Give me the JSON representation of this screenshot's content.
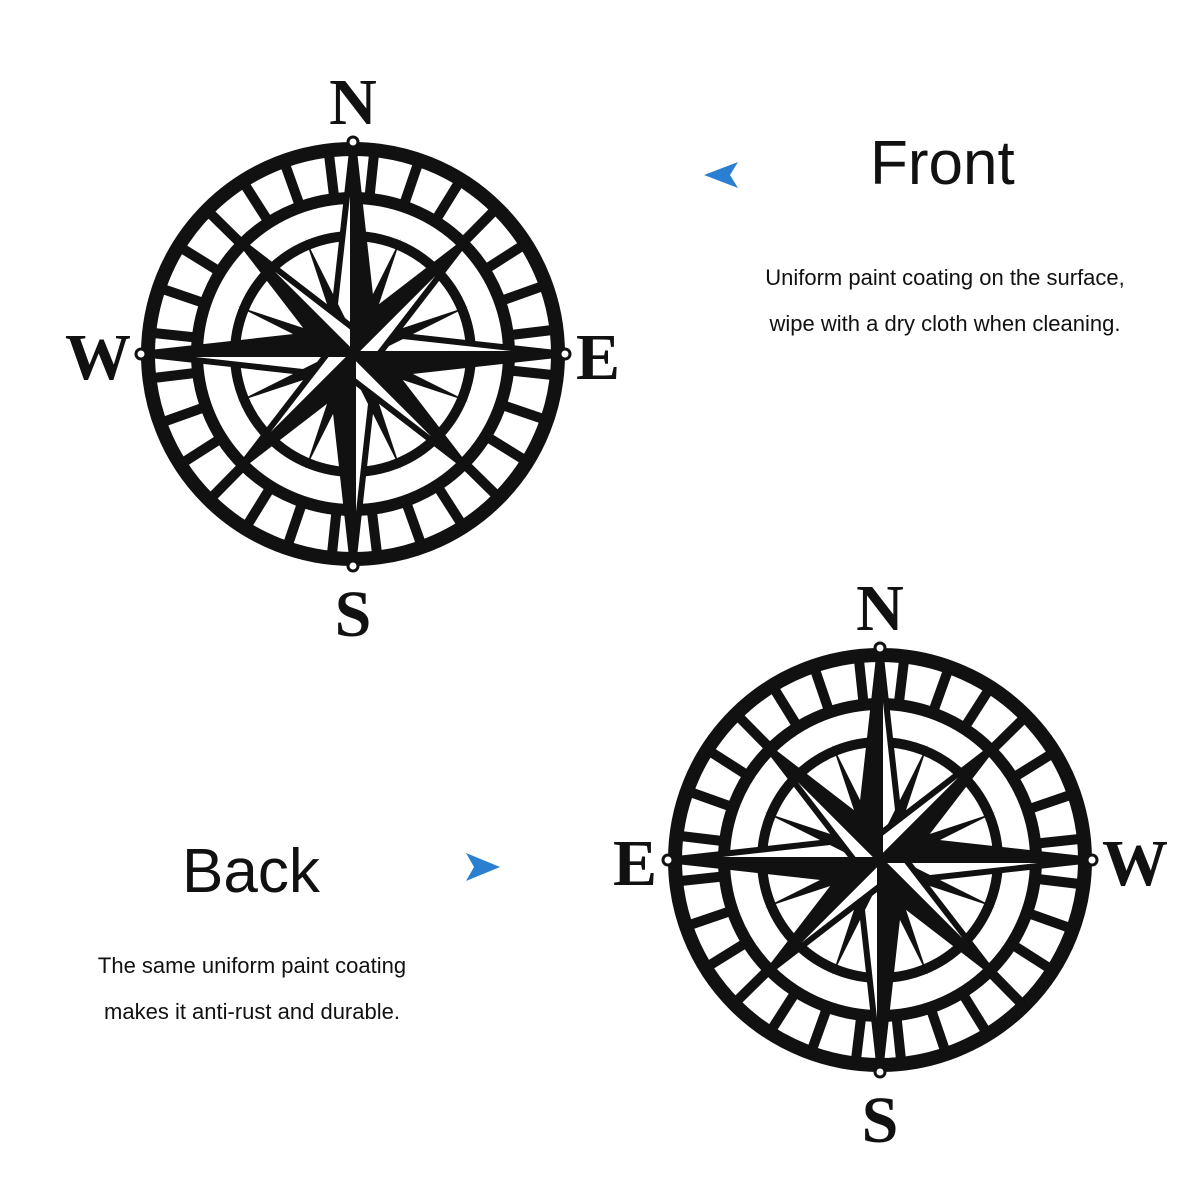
{
  "front": {
    "heading": "Front",
    "description_lines": [
      "Uniform paint coating on the surface,",
      "wipe with a dry cloth when cleaning."
    ],
    "letters": {
      "top": "N",
      "right": "E",
      "bottom": "S",
      "left": "W"
    }
  },
  "back": {
    "heading": "Back",
    "description_lines": [
      "The same uniform paint coating",
      "makes it anti-rust and durable."
    ],
    "letters": {
      "top": "N",
      "right": "W",
      "bottom": "S",
      "left": "E"
    }
  },
  "icons": {
    "compass": "compass-rose-icon",
    "pointer": "arrow-pointer-icon"
  },
  "colors": {
    "ink": "#111111",
    "arrow_blue": "#2a7fd1",
    "background": "#ffffff"
  }
}
